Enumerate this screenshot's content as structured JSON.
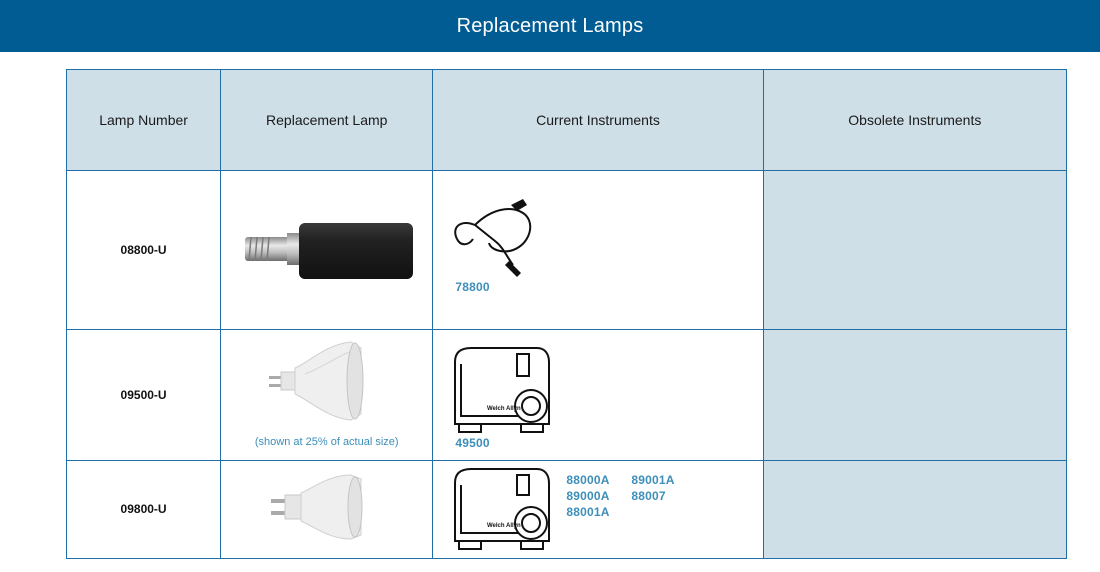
{
  "header": {
    "title": "Replacement Lamps"
  },
  "table": {
    "columns": [
      "Lamp Number",
      "Replacement Lamp",
      "Current Instruments",
      "Obsolete Instruments"
    ],
    "rows": [
      {
        "lamp_number": "08800-U",
        "caption": "",
        "instruments": [
          "78800"
        ]
      },
      {
        "lamp_number": "09500-U",
        "caption": "(shown at 25% of actual size)",
        "instruments": [
          "49500"
        ]
      },
      {
        "lamp_number": "09800-U",
        "caption": "",
        "instruments": [
          "88000A",
          "89001A",
          "89000A",
          "88007",
          "88001A"
        ]
      }
    ]
  },
  "colors": {
    "banner": "#005c93",
    "header_cell": "#cfdfe7",
    "border": "#1f6ea8",
    "model_text": "#3d8eb8"
  }
}
